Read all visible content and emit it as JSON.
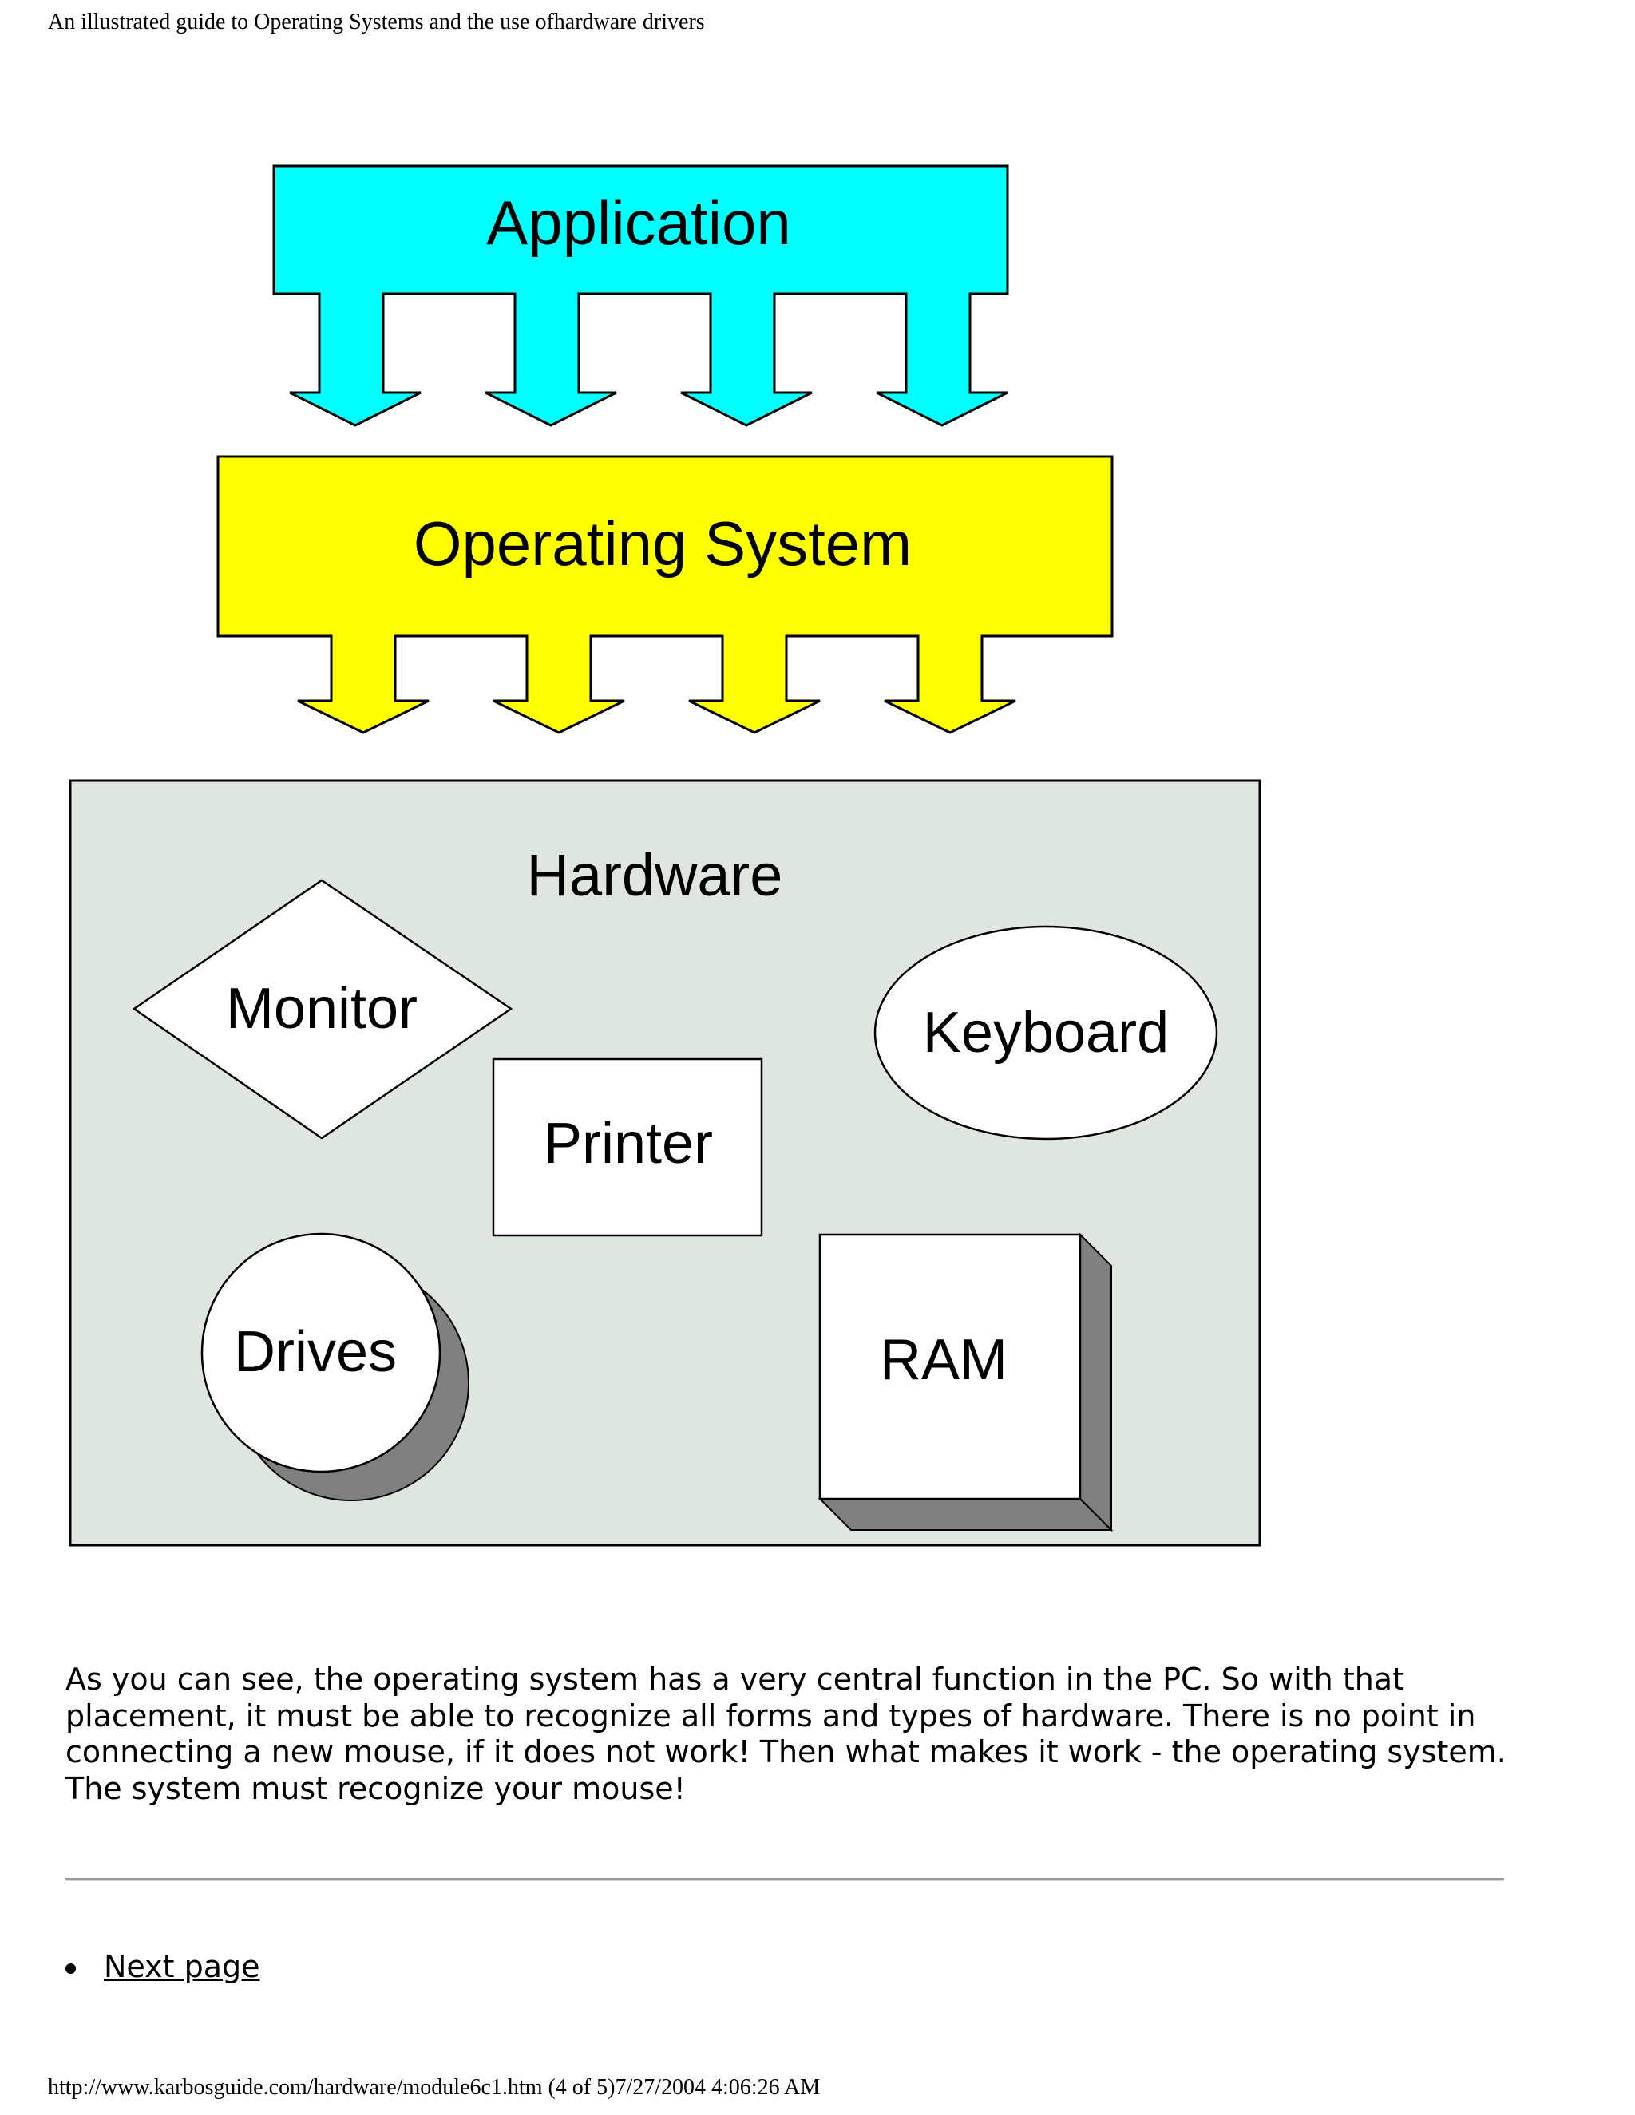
{
  "header": {
    "title": "An illustrated guide to Operating Systems and the use ofhardware drivers"
  },
  "diagram": {
    "application_label": "Application",
    "os_label": "Operating System",
    "hardware_label": "Hardware",
    "devices": {
      "monitor": "Monitor",
      "keyboard": "Keyboard",
      "printer": "Printer",
      "drives": "Drives",
      "ram": "RAM"
    },
    "colors": {
      "application": "#00ffff",
      "operating_system": "#ffff00",
      "hardware_panel": "#dfe5df",
      "device_fill": "#ffffff",
      "shadow": "#808080"
    }
  },
  "body": {
    "paragraph": "As you can see, the operating system has a very central function in the PC. So with that placement, it must be able to recognize all forms and types of hardware. There is no point in connecting a new mouse, if it does not work! Then what makes it work - the operating system. The system must recognize your mouse!"
  },
  "nav": {
    "next_label": "Next page"
  },
  "footer": {
    "url_line": "http://www.karbosguide.com/hardware/module6c1.htm (4 of 5)7/27/2004 4:06:26 AM"
  }
}
